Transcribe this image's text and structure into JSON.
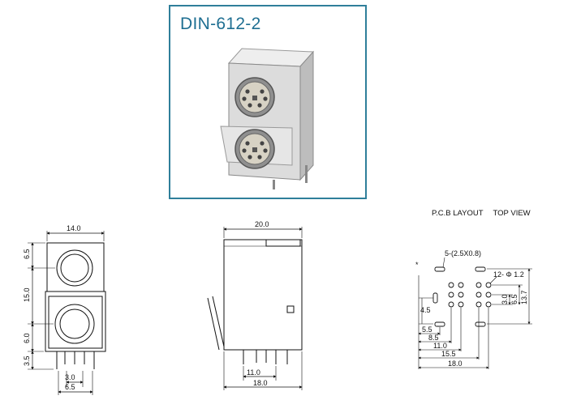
{
  "title": "DIN-612-2",
  "pcb_heading": {
    "layout": "P.C.B LAYOUT",
    "view": "TOP VIEW"
  },
  "front_view": {
    "top_width": "14.0",
    "left_dims": [
      "6.5",
      "15.0",
      "6.0",
      "3.5"
    ],
    "bottom_dims": [
      "3.0",
      "6.5"
    ]
  },
  "side_view": {
    "top_width": "20.0",
    "bottom_dims": [
      "11.0",
      "18.0"
    ]
  },
  "pcb_layout": {
    "slot_label": "5-(2.5X0.8)",
    "hole_label": "12- Φ 1.2",
    "right_dims": [
      "3.0",
      "6.5",
      "13.7"
    ],
    "left_dim": "4.5",
    "bottom_dims": [
      "5.5",
      "8.5",
      "11.0",
      "15.5",
      "18.0"
    ],
    "star": "*"
  },
  "colors": {
    "frame": "#2f7f9a",
    "title": "#1f6f92",
    "line": "#111111"
  }
}
